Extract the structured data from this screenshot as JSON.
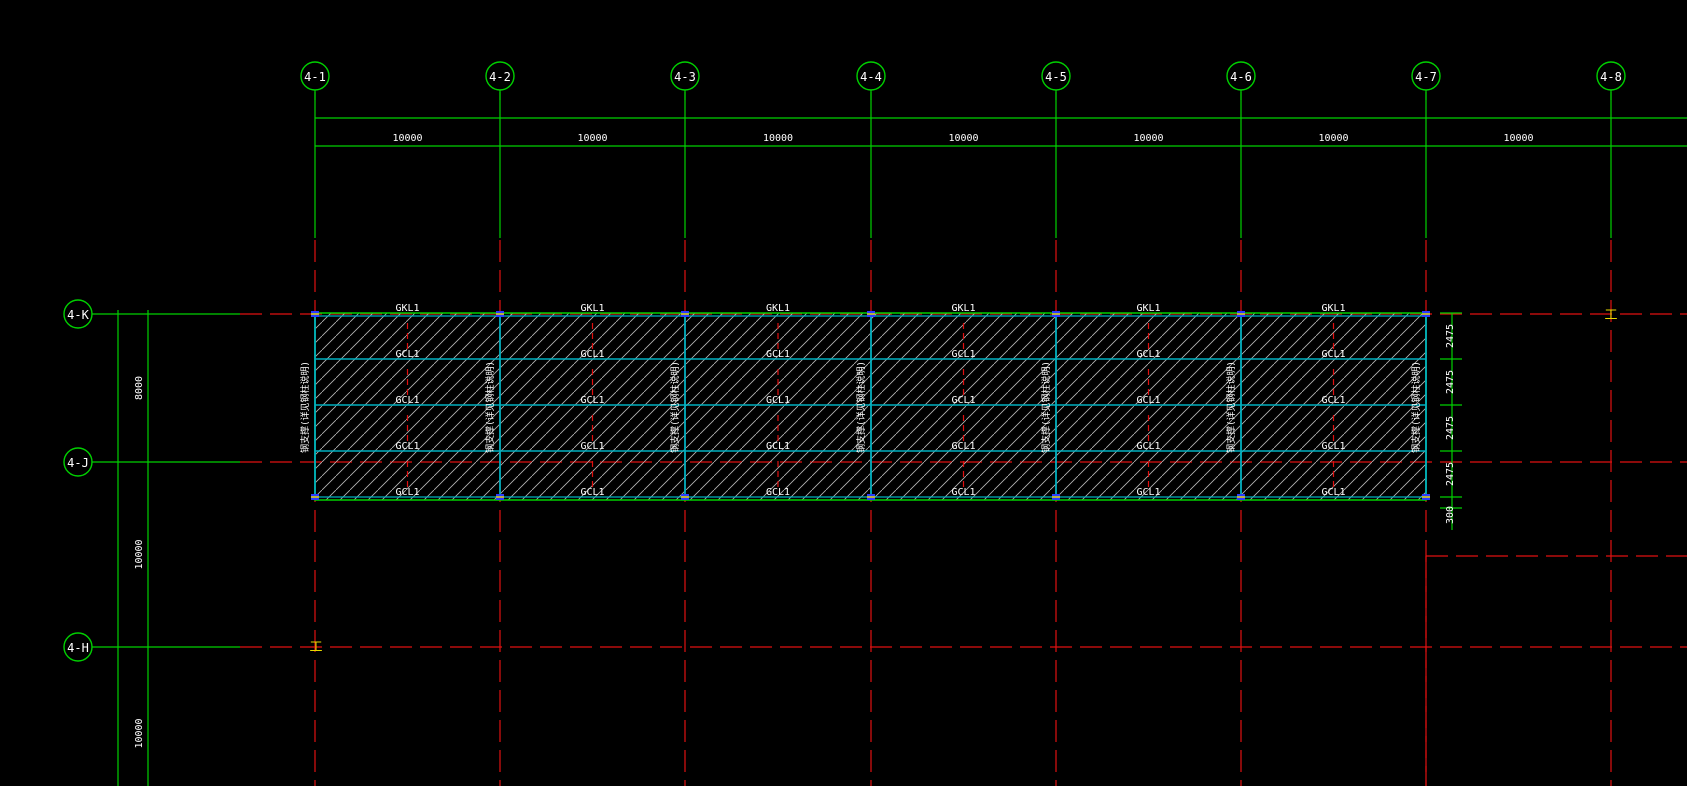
{
  "colors": {
    "background": "#000000",
    "axis_green": "#00d000",
    "grid_red": "#e01010",
    "beam_cyan": "#00b0c0",
    "hatch_white": "#c8c8c8",
    "text_white": "#ffffff",
    "marker_yellow": "#e8d800",
    "node_blue": "#2a3cff"
  },
  "vertical_axes": [
    "4-1",
    "4-2",
    "4-3",
    "4-4",
    "4-5",
    "4-6",
    "4-7",
    "4-8"
  ],
  "horizontal_axes": [
    "4-K",
    "4-J",
    "4-H"
  ],
  "top_dimensions": [
    "10000",
    "10000",
    "10000",
    "10000",
    "10000",
    "10000",
    "10000"
  ],
  "left_dimensions": [
    "8000",
    "10000",
    "10000"
  ],
  "right_dimensions": [
    "2475",
    "2475",
    "2475",
    "2475",
    "300"
  ],
  "beams": {
    "top_edge": "GKL1",
    "inner": "GCL1",
    "bottom_edge": "GCL1",
    "rows_per_bay": [
      "GKL1",
      "GCL1",
      "GCL1",
      "GCL1",
      "GCL1"
    ]
  },
  "column_note": "钢支撑(详见钢柱说明)",
  "column_markers": [
    "工",
    "工"
  ]
}
